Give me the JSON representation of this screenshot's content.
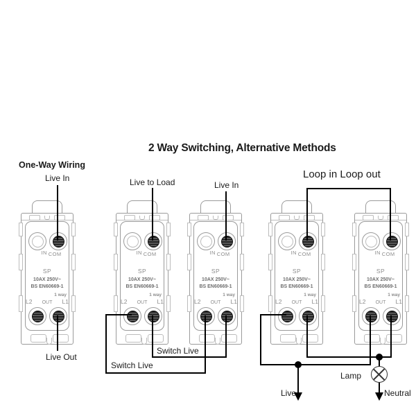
{
  "title": "2 Way Switching, Alternative Methods",
  "one_way": {
    "heading": "One-Way Wiring",
    "live_in": "Live In",
    "live_out": "Live Out"
  },
  "two_way": {
    "live_to_load": "Live to Load",
    "live_in": "Live In",
    "switch_live_1": "Switch Live",
    "switch_live_2": "Switch Live",
    "loop": "Loop in Loop out",
    "live": "Live",
    "lamp": "Lamp",
    "neutral": "Neutral"
  },
  "module": {
    "in_label": "IN",
    "com_label": "COM",
    "sp": "SP",
    "rating": "10AX 250V~",
    "standard": "BS EN60669-1",
    "way": "1 way",
    "l2": "L2",
    "out": "OUT",
    "l1": "L1"
  },
  "modules": [
    {
      "name": "module-one-way"
    },
    {
      "name": "module-alt1-switch-a"
    },
    {
      "name": "module-alt1-switch-b"
    },
    {
      "name": "module-alt2-switch-a"
    },
    {
      "name": "module-alt2-switch-b"
    }
  ],
  "colors": {
    "wire": "#000000",
    "label_text": "#1a1a1a",
    "module_line": "#9a9a9a",
    "module_line_light": "#bcbcbc",
    "module_text": "#8c8c8c",
    "module_text_dark": "#6e6e6e",
    "terminal_dark": "#2a2a2a",
    "background": "#ffffff"
  }
}
